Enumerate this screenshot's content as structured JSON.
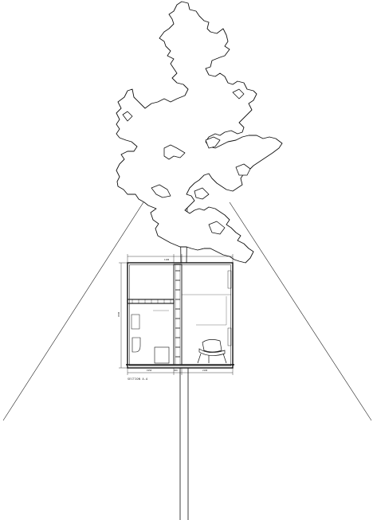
{
  "drawing": {
    "section_label": "SECTION A-A",
    "dimensions": {
      "top_left": "",
      "top_right": "1100",
      "left_height": "4500",
      "bottom_left": "1950",
      "bottom_mid": "450",
      "bottom_right": "2100"
    },
    "colors": {
      "line": "#111111",
      "background": "#ffffff"
    }
  }
}
